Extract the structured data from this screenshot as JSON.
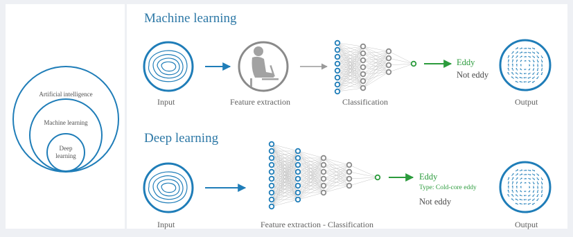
{
  "venn": {
    "outer": "Artificial intelligence",
    "middle": "Machine learning",
    "inner_line1": "Deep",
    "inner_line2": "learning"
  },
  "machine_learning": {
    "title": "Machine learning",
    "input_label": "Input",
    "feature_label": "Feature extraction",
    "classification_label": "Classification",
    "result_eddy": "Eddy",
    "result_not_eddy": "Not eddy",
    "output_label": "Output"
  },
  "deep_learning": {
    "title": "Deep learning",
    "input_label": "Input",
    "combined_label": "Feature extraction - Classification",
    "result_eddy": "Eddy",
    "result_type": "Type: Cold-core eddy",
    "result_not_eddy": "Not eddy",
    "output_label": "Output"
  },
  "colors": {
    "blue": "#1f7db8",
    "gray_node": "#8a8a8a",
    "green": "#2b9b3c"
  },
  "icons": [
    "contour-icon",
    "person-at-computer-icon",
    "neural-network-icon",
    "velocity-field-icon"
  ]
}
